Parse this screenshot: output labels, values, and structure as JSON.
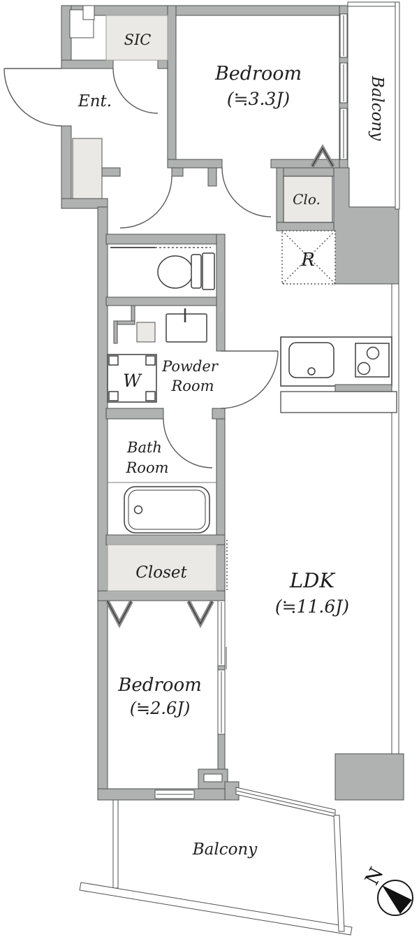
{
  "labels": {
    "sic": "SIC",
    "entrance": "Ent.",
    "bedroom1": "Bedroom",
    "bedroom1_size": "(≒3.3J)",
    "balcony_right": "Balcony",
    "closet_small": "Clo.",
    "refrigerator": "R",
    "washer": "W",
    "powder_line1": "Powder",
    "powder_line2": "Room",
    "bath_line1": "Bath",
    "bath_line2": "Room",
    "closet": "Closet",
    "bedroom2": "Bedroom",
    "bedroom2_size": "(≒2.6J)",
    "ldk": "LDK",
    "ldk_size": "(≒11.6J)",
    "balcony_bottom": "Balcony",
    "compass_north": "N"
  },
  "colors": {
    "wall": "#b0b2b1",
    "storage_fill": "#eae9e5",
    "line": "#4e504f",
    "text": "#1f1f1f",
    "compass_needle": "#111111"
  }
}
